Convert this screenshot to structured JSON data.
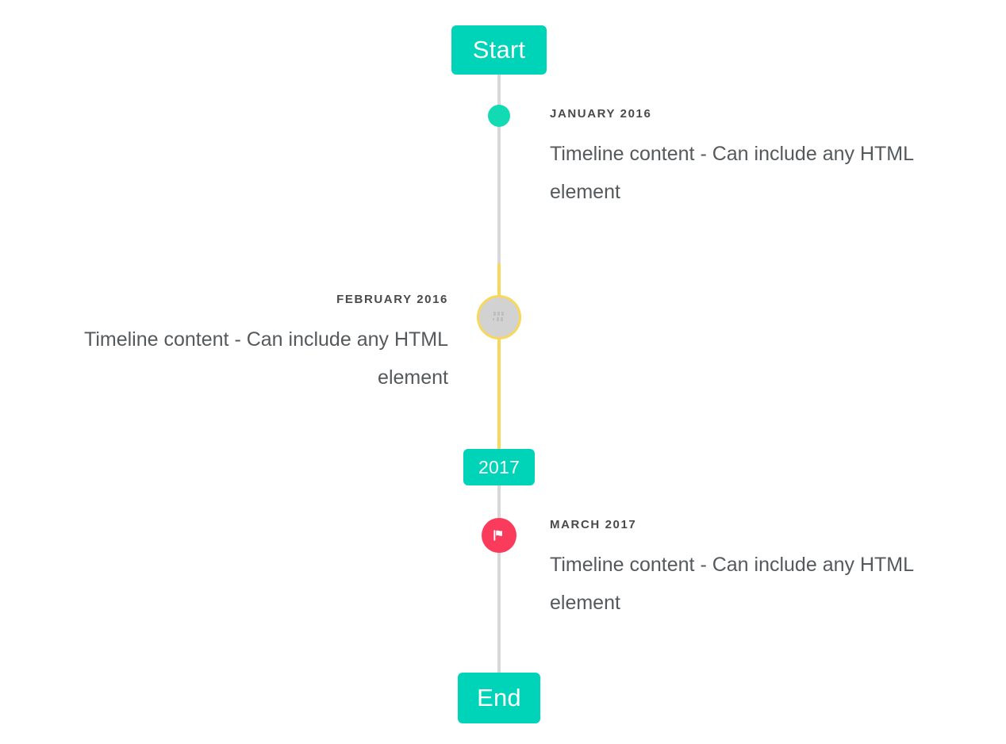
{
  "timeline": {
    "start_label": "Start",
    "end_label": "End",
    "year_marker_label": "2017",
    "colors": {
      "accent_teal": "#00d4b8",
      "dot_teal": "#12dbb4",
      "rail_gray": "#d8d8d8",
      "rail_yellow": "#f7d85c",
      "marker_gray": "#d2d2d2",
      "marker_pink": "#fb3b5c",
      "date_text": "#4a4a4a",
      "body_text": "#55595c",
      "background": "#ffffff"
    },
    "entries": [
      {
        "date": "JANUARY 2016",
        "body": "Timeline content - Can include any HTML element",
        "side": "right",
        "marker": "dot-teal"
      },
      {
        "date": "FEBRUARY 2016",
        "body": "Timeline content - Can include any HTML element",
        "side": "left",
        "marker": "circle-gray-broken-image"
      },
      {
        "date": "MARCH 2017",
        "body": "Timeline content - Can include any HTML element",
        "side": "right",
        "marker": "circle-pink-flag"
      }
    ]
  }
}
